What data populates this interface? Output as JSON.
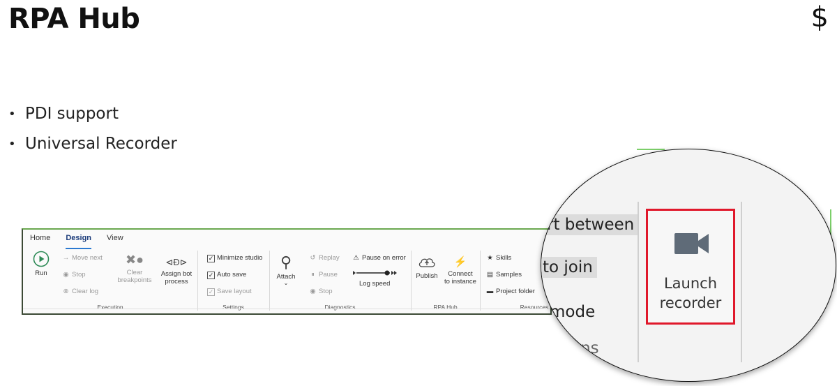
{
  "slide": {
    "title": "RPA Hub",
    "corner_symbol": "$",
    "bullets": [
      "PDI support",
      "Universal Recorder"
    ]
  },
  "ribbon": {
    "tabs": [
      "Home",
      "Design",
      "View"
    ],
    "active_tab": "Design",
    "execution": {
      "run": "Run",
      "move_next": "Move next",
      "stop": "Stop",
      "clear_log": "Clear log",
      "clear_breakpoints_line1": "Clear",
      "clear_breakpoints_line2": "breakpoints",
      "assign_bot_line1": "Assign bot",
      "assign_bot_line2": "process",
      "group": "Execution"
    },
    "settings": {
      "minimize_studio": "Minimize studio",
      "auto_save": "Auto save",
      "save_layout": "Save layout",
      "group": "Settings"
    },
    "diagnostics": {
      "attach": "Attach",
      "replay": "Replay",
      "pause": "Pause",
      "stop": "Stop",
      "pause_on_error": "Pause on error",
      "log_speed": "Log speed",
      "group": "Diagnostics"
    },
    "rpa_hub": {
      "publish": "Publish",
      "connect_line1": "Connect",
      "connect_line2": "to instance",
      "group": "RPA Hub"
    },
    "resources": {
      "skills": "Skills",
      "samples": "Samples",
      "project_folder": "Project folder",
      "group": "Resources"
    }
  },
  "magnifier": {
    "behind_texts": [
      "rt between",
      "to join",
      "mode",
      "ons"
    ],
    "launch_recorder_line1": "Launch",
    "launch_recorder_line2": "recorder"
  },
  "colors": {
    "highlight_border": "#e0182b",
    "accent_blue": "#2b79d0",
    "ribbon_green": "#6aa84f"
  }
}
